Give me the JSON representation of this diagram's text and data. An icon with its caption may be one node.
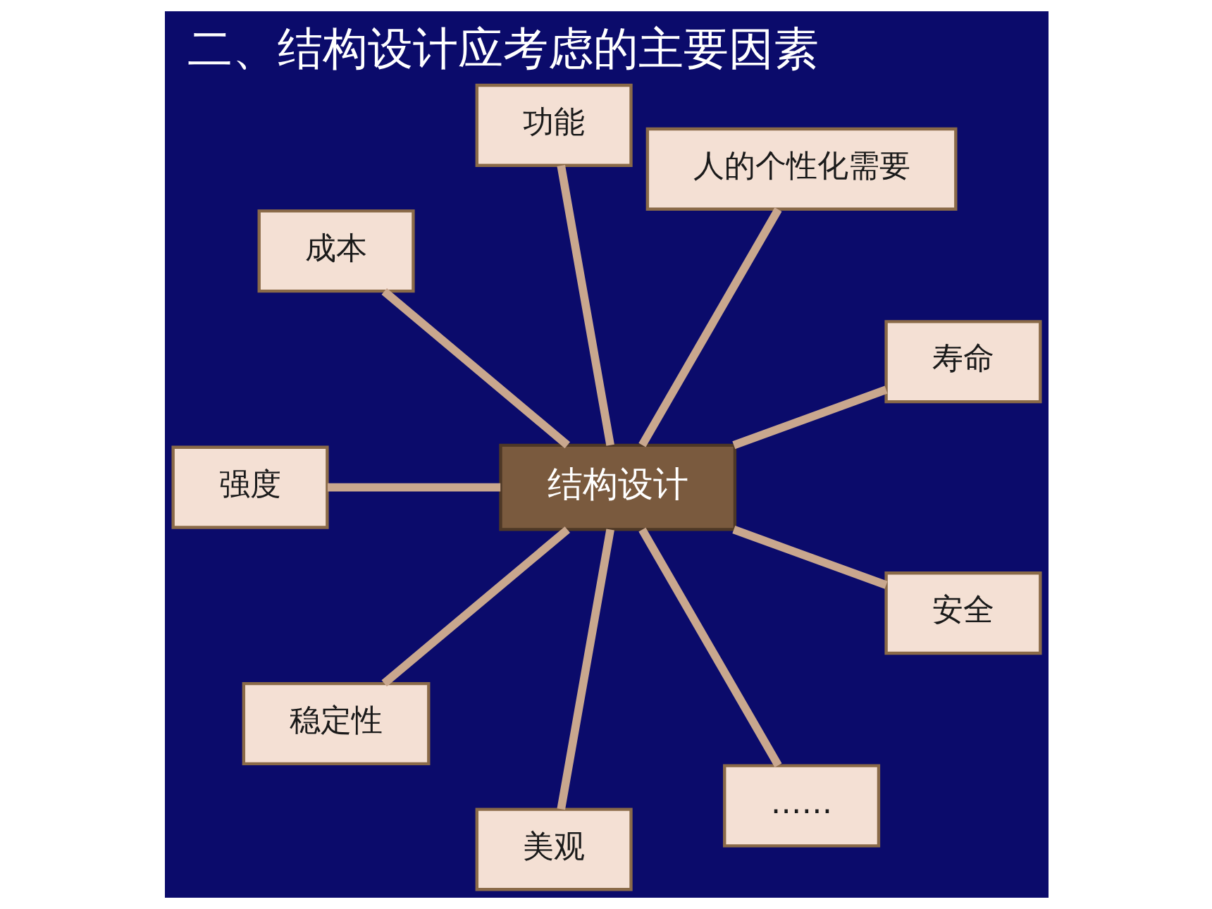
{
  "diagram": {
    "title": "二、结构设计应考虑的主要因素",
    "nodes": [
      {
        "text": [
          "功能"
        ]
      },
      {
        "text": [
          "人的个性化需要"
        ]
      },
      {
        "text": [
          "成本"
        ]
      },
      {
        "text": [
          "寿命"
        ]
      },
      {
        "text": [
          "结构设计"
        ]
      },
      {
        "text": [
          "强度"
        ]
      },
      {
        "text": [
          "安全"
        ]
      },
      {
        "text": [
          "稳定性"
        ]
      },
      {
        "text": [
          "美观"
        ]
      },
      {
        "text": [
          "……"
        ]
      }
    ],
    "edges": [
      {
        "from": 4,
        "to": 0,
        "arrow": "none"
      },
      {
        "from": 4,
        "to": 1,
        "arrow": "none"
      },
      {
        "from": 4,
        "to": 3,
        "arrow": "none"
      },
      {
        "from": 4,
        "to": 6,
        "arrow": "none"
      },
      {
        "from": 4,
        "to": 9,
        "arrow": "none"
      },
      {
        "from": 4,
        "to": 8,
        "arrow": "none"
      },
      {
        "from": 4,
        "to": 7,
        "arrow": "none"
      },
      {
        "from": 4,
        "to": 5,
        "arrow": "none"
      },
      {
        "from": 4,
        "to": 2,
        "arrow": "none"
      }
    ]
  }
}
